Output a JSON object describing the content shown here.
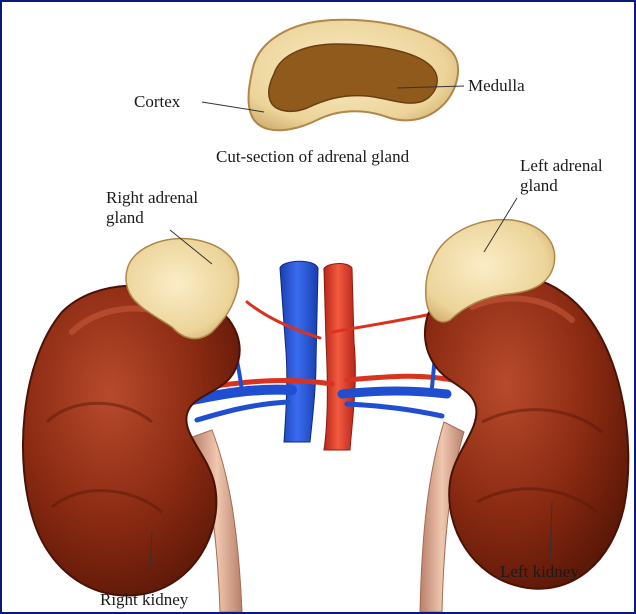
{
  "labels": {
    "cortex": "Cortex",
    "medulla": "Medulla",
    "cut_section": "Cut-section of adrenal gland",
    "left_adrenal": "Left adrenal\ngland",
    "right_adrenal": "Right adrenal\ngland",
    "right_kidney": "Right kidney",
    "left_kidney": "Left kidney"
  },
  "colors": {
    "kidney": "#8a2a12",
    "kidney_highlight": "#b5452a",
    "kidney_shadow": "#5a1708",
    "adrenal": "#f0d9a0",
    "adrenal_shadow": "#c9a86a",
    "medulla": "#8f5a1c",
    "vein": "#1f4fd0",
    "artery": "#e23a24",
    "ureter": "#d9a48a",
    "frame": "#0a1a7a"
  }
}
